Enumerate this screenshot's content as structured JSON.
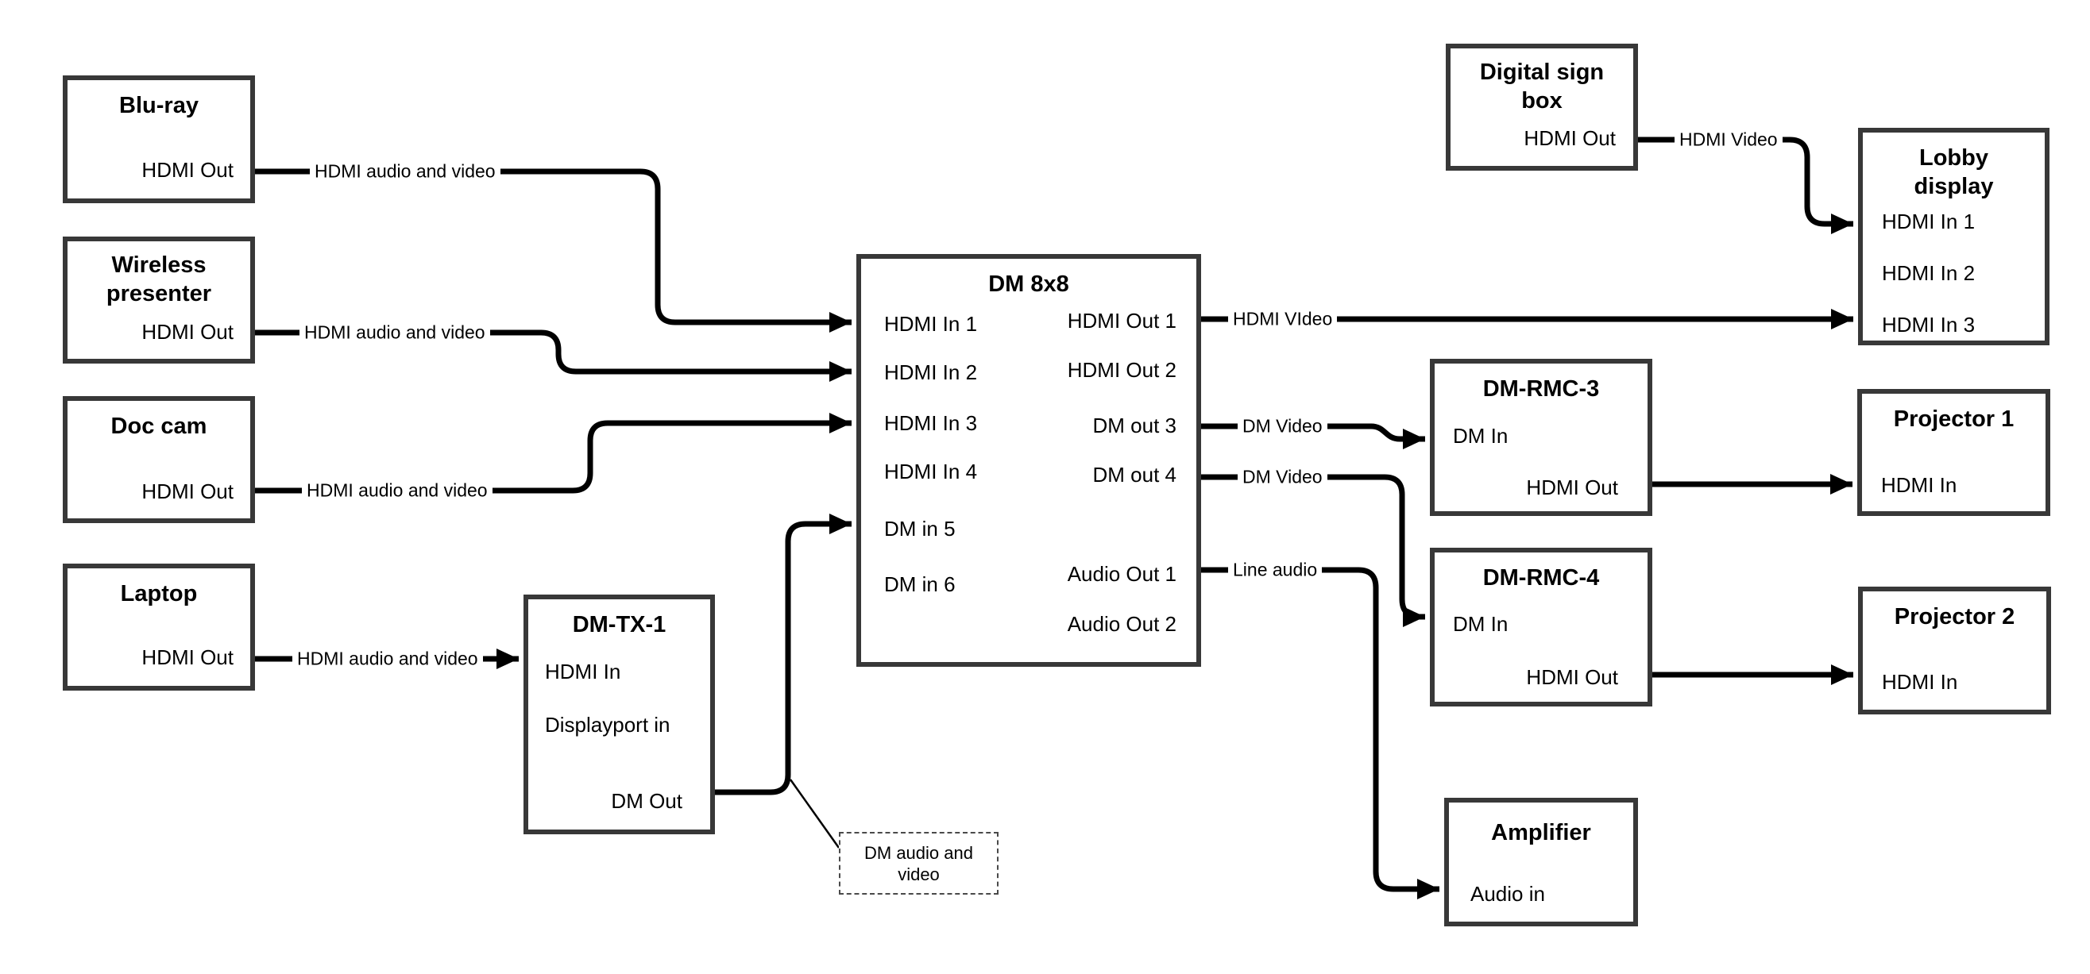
{
  "diagram": {
    "nodes": {
      "blu_ray": {
        "title": "Blu-ray",
        "port_out": "HDMI Out"
      },
      "wireless_presenter": {
        "title": "Wireless presenter",
        "port_out": "HDMI Out"
      },
      "doc_cam": {
        "title": "Doc cam",
        "port_out": "HDMI Out"
      },
      "laptop": {
        "title": "Laptop",
        "port_out": "HDMI Out"
      },
      "dm_tx_1": {
        "title": "DM-TX-1",
        "port_hdmi_in": "HDMI In",
        "port_dp_in": "Displayport in",
        "port_dm_out": "DM Out"
      },
      "dm_8x8": {
        "title": "DM 8x8",
        "inputs": [
          "HDMI In 1",
          "HDMI In 2",
          "HDMI In 3",
          "HDMI In 4",
          "DM in 5",
          "DM in 6"
        ],
        "outputs": [
          "HDMI Out 1",
          "HDMI Out 2",
          "DM out 3",
          "DM out 4",
          "Audio Out 1",
          "Audio Out 2"
        ]
      },
      "digital_sign_box": {
        "title": "Digital sign box",
        "port_out": "HDMI Out"
      },
      "lobby_display": {
        "title": "Lobby display",
        "inputs": [
          "HDMI In 1",
          "HDMI In 2",
          "HDMI In 3"
        ]
      },
      "dm_rmc_3": {
        "title": "DM-RMC-3",
        "port_in": "DM In",
        "port_out": "HDMI Out"
      },
      "dm_rmc_4": {
        "title": "DM-RMC-4",
        "port_in": "DM In",
        "port_out": "HDMI Out"
      },
      "projector_1": {
        "title": "Projector 1",
        "port_in": "HDMI In"
      },
      "projector_2": {
        "title": "Projector 2",
        "port_in": "HDMI In"
      },
      "amplifier": {
        "title": "Amplifier",
        "port_in": "Audio in"
      }
    },
    "edge_labels": {
      "bluray_av": "HDMI audio and video",
      "wireless_av": "HDMI audio and video",
      "doccam_av": "HDMI audio and video",
      "laptop_av": "HDMI audio and video",
      "out1_hdmi_video": "HDMI VIdeo",
      "digital_hdmi_video": "HDMI Video",
      "dm_video_3": "DM Video",
      "dm_video_4": "DM Video",
      "line_audio": "Line audio"
    },
    "note": {
      "text": "DM audio and video"
    },
    "colors": {
      "wire": "#000000",
      "box_border": "#383838",
      "background": "#ffffff"
    }
  }
}
